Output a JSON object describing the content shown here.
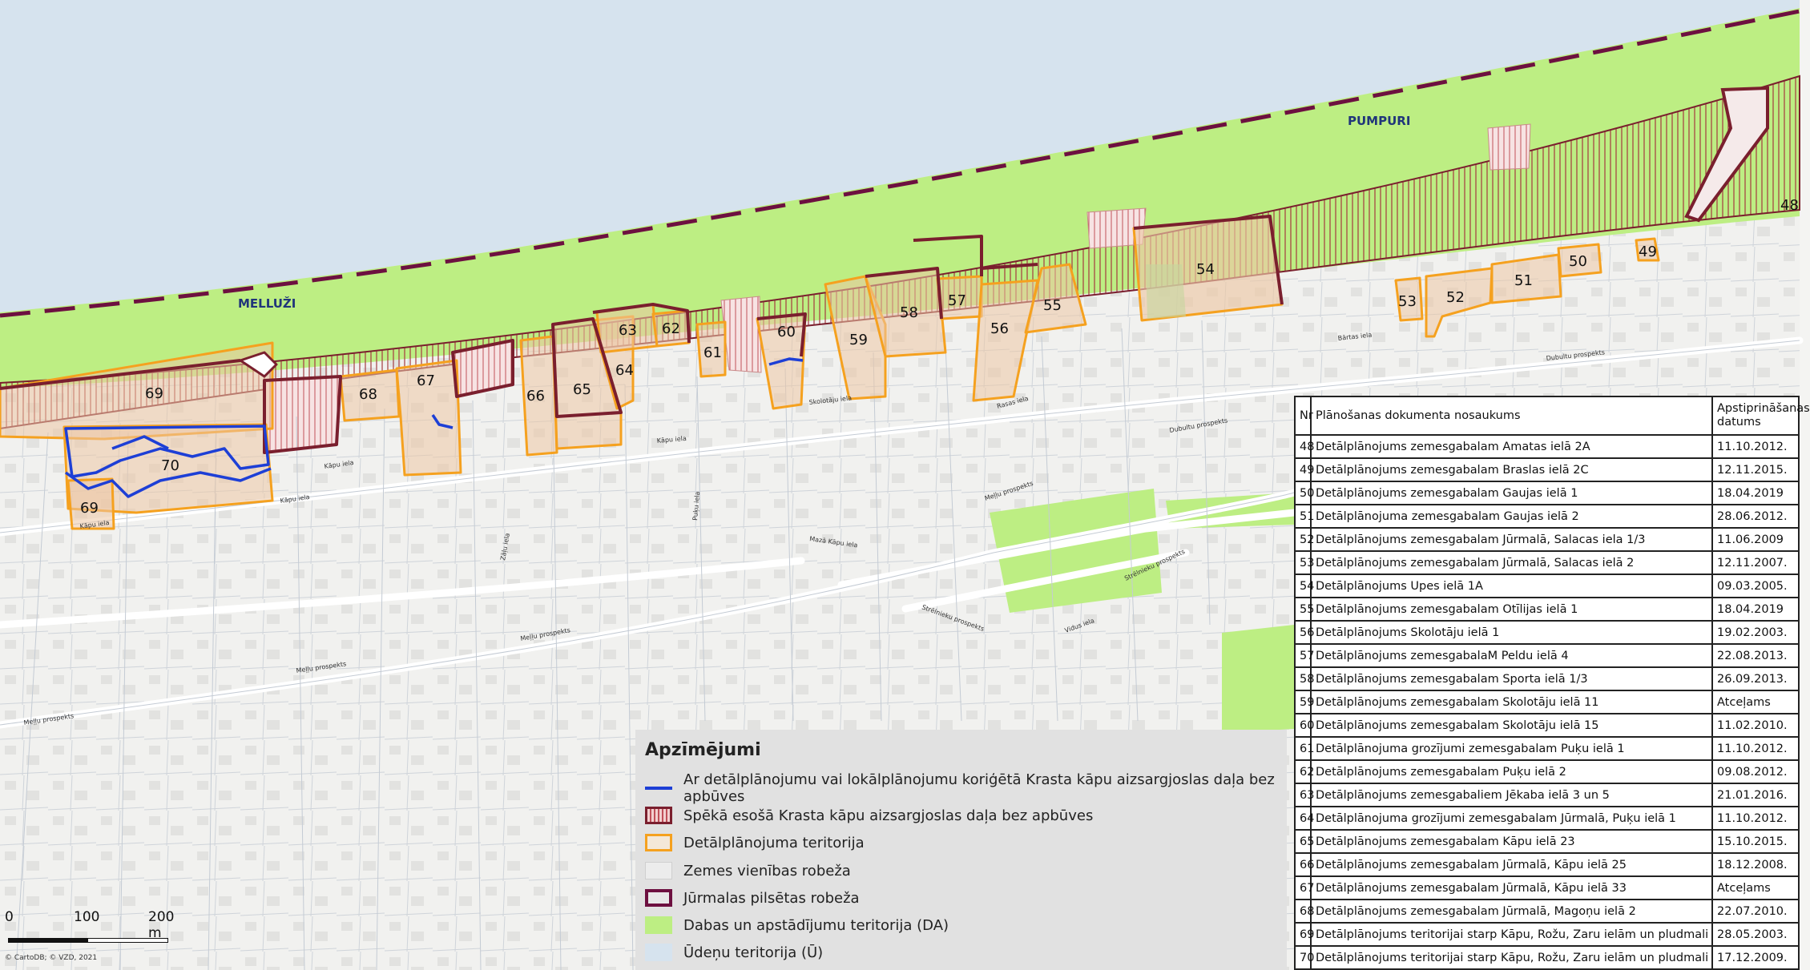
{
  "map": {
    "places": {
      "melluzi": "MELLUŽI",
      "pumpuri": "PUMPURI"
    },
    "streets": {
      "kapu": "Kāpu iela",
      "meluzu": "Meļļu prospekts",
      "dubultu": "Dubultu prospekts",
      "barta": "Bārtas iela",
      "skolotaju": "Skolotāju iela",
      "puku": "Puķu iela",
      "masai": "Mazā Kāpu iela",
      "strelnieku": "Strēlnieku prospekts",
      "zala": "Zāļu iela",
      "rasas": "Rasas iela",
      "vidus": "Vidus iela"
    },
    "parcels": [
      "48",
      "49",
      "50",
      "51",
      "52",
      "53",
      "54",
      "55",
      "56",
      "57",
      "58",
      "59",
      "60",
      "61",
      "62",
      "63",
      "64",
      "65",
      "66",
      "67",
      "68",
      "69",
      "69",
      "70"
    ],
    "colors": {
      "sea": "#d6e3ee",
      "green": "#bdee83",
      "hatch": "#9c2f3d",
      "boundary": "#6d1040",
      "orange": "#f5a11f",
      "tan": "#ecc7a4",
      "blue": "#1d3fd6"
    }
  },
  "legend": {
    "title": "Apzīmējumi",
    "items": [
      {
        "label": "Ar detālplānojumu vai lokālplānojumu koriģētā Krasta kāpu aizsargjoslas daļa bez apbūves",
        "icon": "blue-line-icon"
      },
      {
        "label": "Spēkā esošā Krasta kāpu aizsargjoslas daļa bez apbūves",
        "icon": "hatched-red-icon"
      },
      {
        "label": "Detālplānojuma teritorija",
        "icon": "orange-outline-icon"
      },
      {
        "label": "Zemes vienības robeža",
        "icon": "grey-box-icon"
      },
      {
        "label": "Jūrmalas pilsētas robeža",
        "icon": "purple-outline-icon"
      },
      {
        "label": "Dabas un apstādījumu teritorija (DA)",
        "icon": "green-box-icon"
      },
      {
        "label": "Ūdeņu teritorija (Ū)",
        "icon": "blue-box-icon"
      }
    ]
  },
  "table": {
    "headers": {
      "nr": "Nr",
      "name": "Plānošanas dokumenta nosaukums",
      "date": "Apstiprināšanas datums"
    },
    "rows": [
      {
        "nr": "48",
        "name": "Detālplānojums zemesgabalam Amatas ielā 2A",
        "date": "11.10.2012."
      },
      {
        "nr": "49",
        "name": "Detālplānojums zemesgabalam Braslas ielā 2C",
        "date": "12.11.2015."
      },
      {
        "nr": "50",
        "name": "Detālplānojums zemesgabalam Gaujas ielā 1",
        "date": "18.04.2019"
      },
      {
        "nr": "51",
        "name": "Detālplānojuma zemesgabalam Gaujas ielā 2",
        "date": "28.06.2012."
      },
      {
        "nr": "52",
        "name": "Detālplānojums zemesgabalam Jūrmalā, Salacas iela 1/3",
        "date": "11.06.2009"
      },
      {
        "nr": "53",
        "name": "Detālplānojums zemesgabalam Jūrmalā, Salacas ielā 2",
        "date": "12.11.2007."
      },
      {
        "nr": "54",
        "name": "Detālplānojums Upes ielā 1A",
        "date": "09.03.2005."
      },
      {
        "nr": "55",
        "name": "Detālplānojums zemesgabalam Otīlijas ielā 1",
        "date": "18.04.2019"
      },
      {
        "nr": "56",
        "name": "Detālplānojums Skolotāju ielā 1",
        "date": "19.02.2003."
      },
      {
        "nr": "57",
        "name": "Detālplānojums zemesgabalaM Peldu ielā 4",
        "date": "22.08.2013."
      },
      {
        "nr": "58",
        "name": "Detālplānojums zemesgabalam Sporta ielā 1/3",
        "date": "26.09.2013."
      },
      {
        "nr": "59",
        "name": "Detālplānojums zemesgabalam Skolotāju ielā 11",
        "date": "Atceļams"
      },
      {
        "nr": "60",
        "name": "Detālplānojums zemesgabalam Skolotāju ielā 15",
        "date": "11.02.2010."
      },
      {
        "nr": "61",
        "name": "Detālplānojuma grozījumi zemesgabalam Puķu ielā 1",
        "date": "11.10.2012."
      },
      {
        "nr": "62",
        "name": "Detālplānojums zemesgabalam Puķu ielā 2",
        "date": "09.08.2012."
      },
      {
        "nr": "63",
        "name": "Detālplānojums zemesgabaliem Jēkaba ielā 3 un 5",
        "date": "21.01.2016."
      },
      {
        "nr": "64",
        "name": "Detālplānojuma grozījumi zemesgabalam Jūrmalā, Puķu ielā 1",
        "date": "11.10.2012."
      },
      {
        "nr": "65",
        "name": "Detālplānojums zemesgabalam Kāpu ielā 23",
        "date": "15.10.2015."
      },
      {
        "nr": "66",
        "name": "Detālplānojums zemesgabalam Jūrmalā, Kāpu ielā 25",
        "date": "18.12.2008."
      },
      {
        "nr": "67",
        "name": "Detālplānojums zemesgabalam Jūrmalā, Kāpu ielā 33",
        "date": "Atceļams"
      },
      {
        "nr": "68",
        "name": "Detālplānojums zemesgabalam Jūrmalā, Magoņu ielā 2",
        "date": "22.07.2010."
      },
      {
        "nr": "69",
        "name": "Detālplānojums teritorijai starp Kāpu, Rožu, Zaru ielām un pludmali",
        "date": "28.05.2003."
      },
      {
        "nr": "70",
        "name": "Detālplānojums teritorijai starp Kāpu, Rožu, Zaru ielām un pludmali",
        "date": "17.12.2009."
      }
    ]
  },
  "scale": {
    "zero": "0",
    "mid": "100",
    "end": "200 m"
  },
  "copyright": "© CartoDB; © VZD, 2021"
}
